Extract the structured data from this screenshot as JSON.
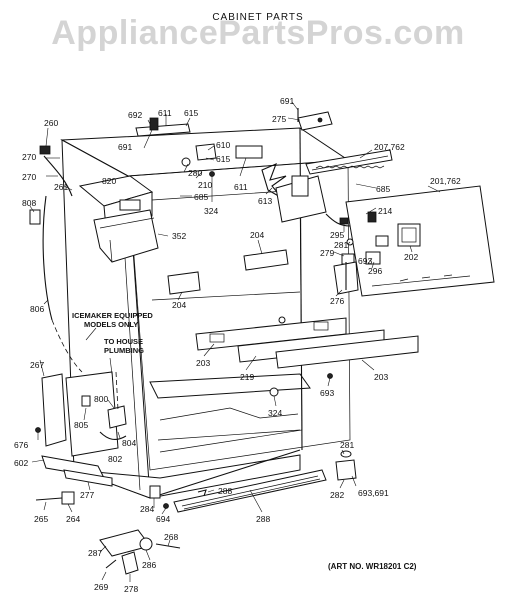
{
  "watermark": "AppliancePartsPros.com",
  "title": "CABINET PARTS",
  "art_number": "(ART NO. WR18201 C2)",
  "notes": {
    "icemaker_line1": "ICEMAKER EQUIPPED",
    "icemaker_line2": "MODELS ONLY",
    "house_line1": "TO HOUSE",
    "house_line2": "PLUMBING"
  },
  "part_labels": {
    "p691a": "691",
    "p275": "275",
    "p692": "692",
    "p611a": "611",
    "p615a": "615",
    "p691b": "691",
    "p610": "610",
    "p615b": "615",
    "p207": "207,762",
    "p260": "260",
    "p270a": "270",
    "p270b": "270",
    "p261": "261",
    "p820": "820",
    "p280": "280",
    "p210": "210",
    "p685a": "685",
    "p324a": "324",
    "p611b": "611",
    "p613": "613",
    "p685b": "685",
    "p201": "201,762",
    "p214": "214",
    "p808": "808",
    "p352": "352",
    "p295": "295",
    "p281a": "281",
    "p279": "279",
    "p693a": "693",
    "p296": "296",
    "p202": "202",
    "p204a": "204",
    "p204b": "204",
    "p276": "276",
    "p806": "806",
    "p267": "267",
    "p203a": "203",
    "p219": "219",
    "p203b": "203",
    "p693b": "693",
    "p324b": "324",
    "p800": "800",
    "p805": "805",
    "p804": "804",
    "p802": "802",
    "p676": "676",
    "p281b": "281",
    "p602": "602",
    "p282": "282",
    "p693c": "693,691",
    "p277": "277",
    "p288a": "288",
    "p284": "284",
    "p694": "694",
    "p288b": "288",
    "p265": "265",
    "p264": "264",
    "p287": "287",
    "p268": "268",
    "p286": "286",
    "p269": "269",
    "p278": "278"
  }
}
